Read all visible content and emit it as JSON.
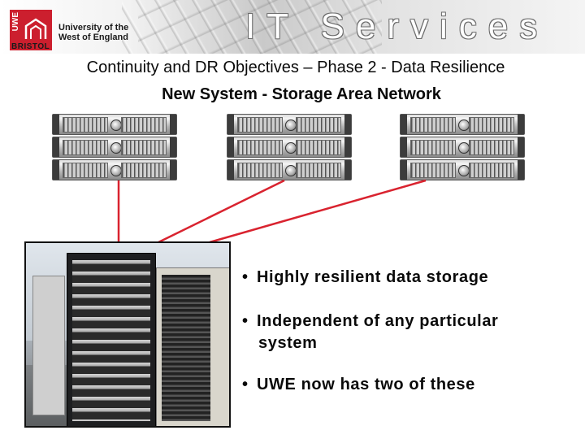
{
  "header": {
    "logo_text": "UWE",
    "logo_city": "BRISTOL",
    "university_line1": "University of the",
    "university_line2": "West of England",
    "banner_title": "IT Services"
  },
  "slide": {
    "title": "Continuity and DR Objectives – Phase 2 - Data Resilience",
    "subtitle": "New System - Storage Area Network"
  },
  "bullets": [
    {
      "text": "Highly resilient data storage"
    },
    {
      "text": "Independent of any particular",
      "continuation": "system"
    },
    {
      "text": "UWE now has two of these"
    }
  ],
  "colors": {
    "brand_red": "#cc1f2e",
    "link_line": "#d9232f",
    "text": "#0a0a0a"
  }
}
